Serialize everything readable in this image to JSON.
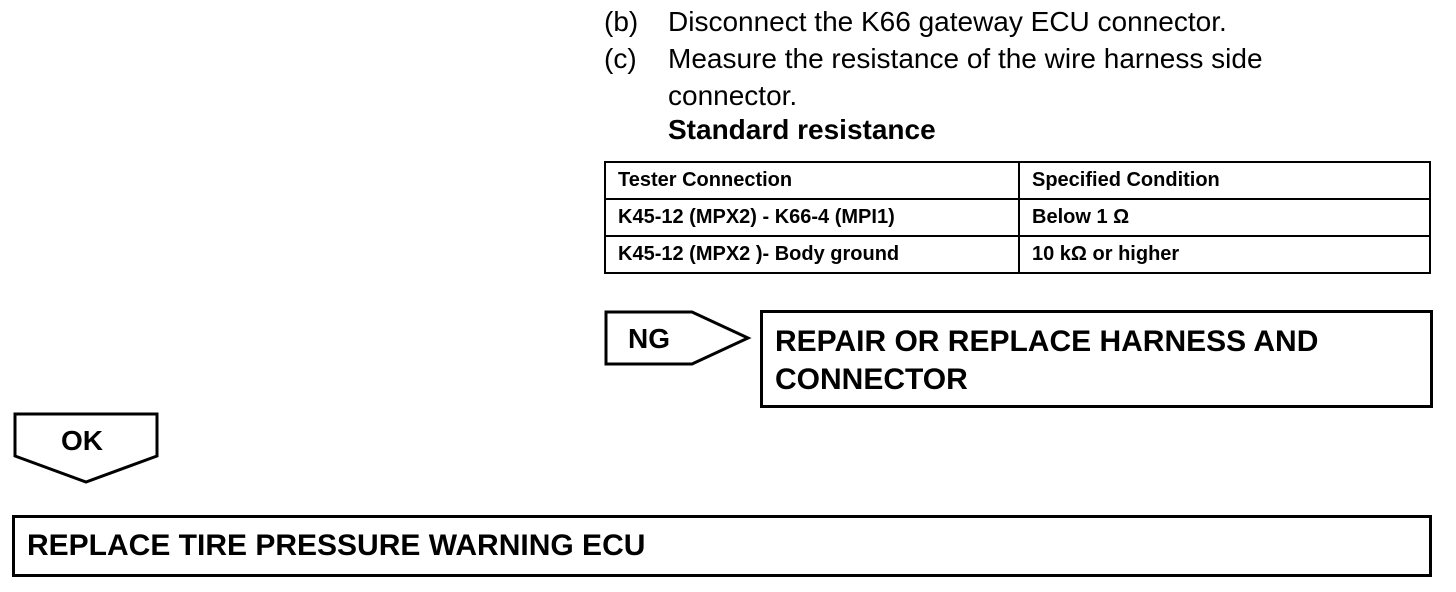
{
  "steps": [
    {
      "marker": "(b)",
      "text": "Disconnect the K66 gateway ECU connector."
    },
    {
      "marker": "(c)",
      "text": "Measure the resistance of the wire harness side",
      "text_cont": "connector."
    }
  ],
  "standard_heading": "Standard resistance",
  "table": {
    "headers": [
      "Tester Connection",
      "Specified Condition"
    ],
    "rows": [
      [
        "K45-12 (MPX2) - K66-4 (MPI1)",
        "Below 1 Ω"
      ],
      [
        "K45-12 (MPX2 )- Body ground",
        "10 kΩ or higher"
      ]
    ]
  },
  "ng": {
    "label": "NG",
    "result_line1": "REPAIR OR REPLACE HARNESS AND",
    "result_line2": "CONNECTOR"
  },
  "ok": {
    "label": "OK",
    "result": "REPLACE TIRE PRESSURE WARNING ECU"
  }
}
